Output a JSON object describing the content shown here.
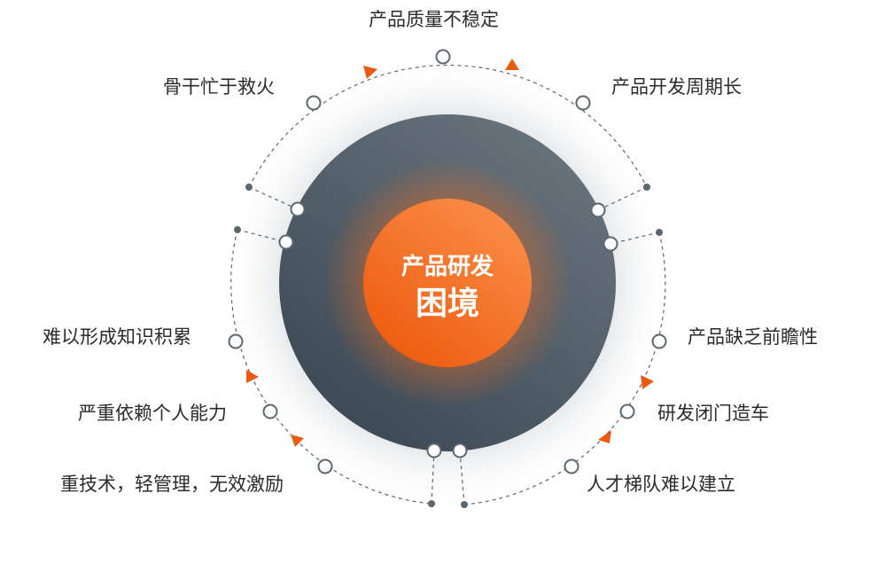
{
  "center": {
    "line1": "产品研发",
    "line2": "困境"
  },
  "problems": [
    "产品质量不稳定",
    "产品开发周期长",
    "骨干忙于救火",
    "产品缺乏前瞻性",
    "研发闭门造车",
    "人才梯队难以建立",
    "难以形成知识积累",
    "严重依赖个人能力",
    "重技术，轻管理，无效激励"
  ],
  "colors": {
    "accent": "#f26a1b",
    "core": "#4f5c66",
    "line": "#5b6770"
  }
}
